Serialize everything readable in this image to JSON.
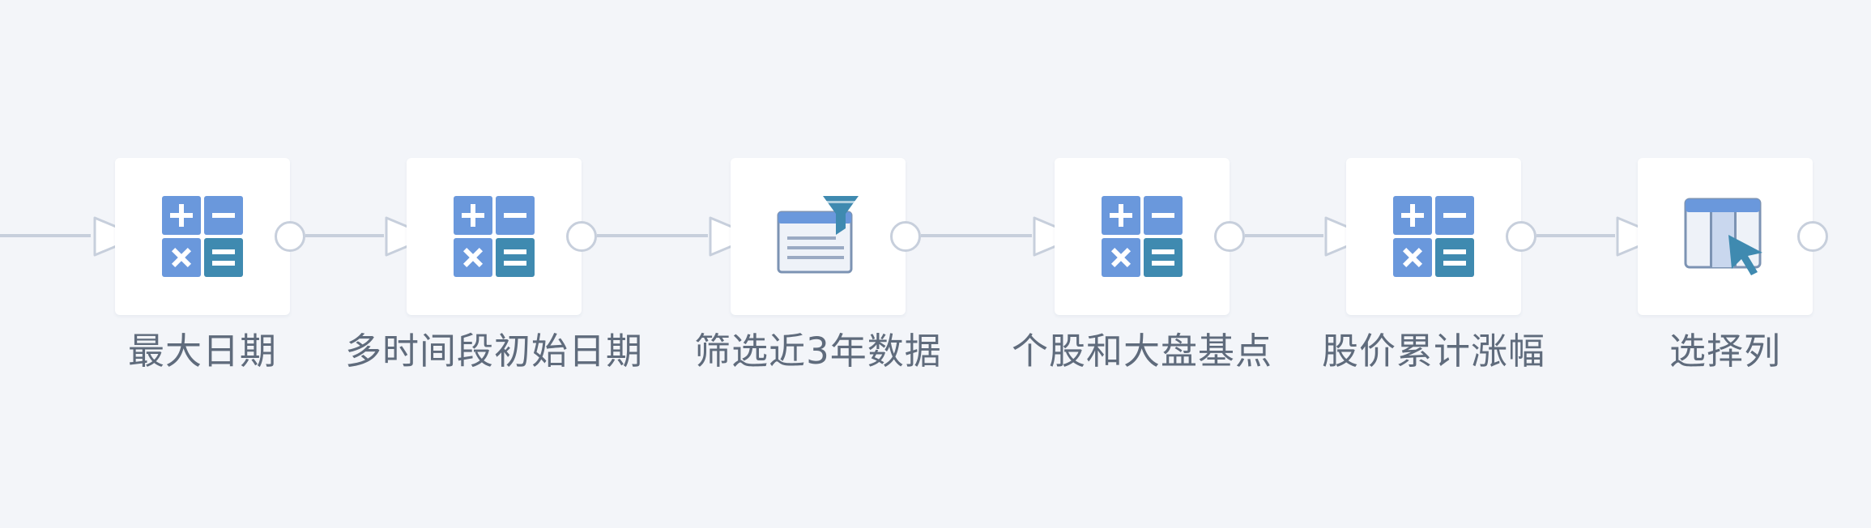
{
  "diagram": {
    "title": "",
    "nodes": [
      {
        "label": "最大日期",
        "icon": "calculator-icon"
      },
      {
        "label": "多时间段初始日期",
        "icon": "calculator-icon"
      },
      {
        "label": "筛选近3年数据",
        "icon": "filter-table-icon"
      },
      {
        "label": "个股和大盘基点",
        "icon": "calculator-icon"
      },
      {
        "label": "股价累计涨幅",
        "icon": "calculator-icon"
      },
      {
        "label": "选择列",
        "icon": "select-columns-icon"
      }
    ],
    "colors": {
      "background": "#f3f5f9",
      "card": "#ffffff",
      "connector": "#c7cfdc",
      "label": "#5f6b7c",
      "icon_light": "#6a98dc",
      "icon_dark": "#3f8ab0"
    }
  }
}
